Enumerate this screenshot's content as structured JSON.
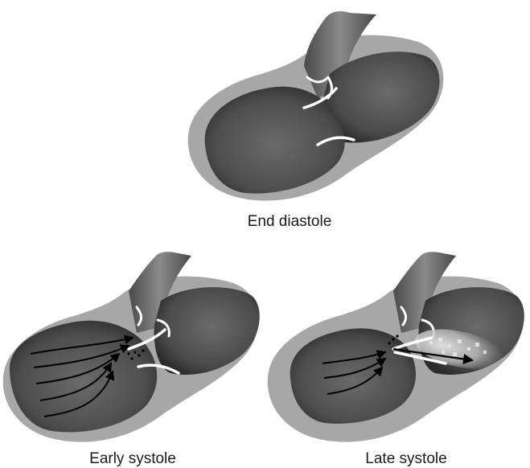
{
  "figure": {
    "panels": [
      {
        "id": "end-diastole",
        "caption": "End diastole"
      },
      {
        "id": "early-systole",
        "caption": "Early systole"
      },
      {
        "id": "late-systole",
        "caption": "Late systole"
      }
    ],
    "colors": {
      "myocardium": "#a7a7a7",
      "chamber": "#5b5b5b",
      "chamber_dark": "#353535",
      "aorta": "#6f6f6f",
      "valve": "#ffffff",
      "flow_arrow": "#000000",
      "regurgitant_jet": "#cfcfcf"
    }
  }
}
